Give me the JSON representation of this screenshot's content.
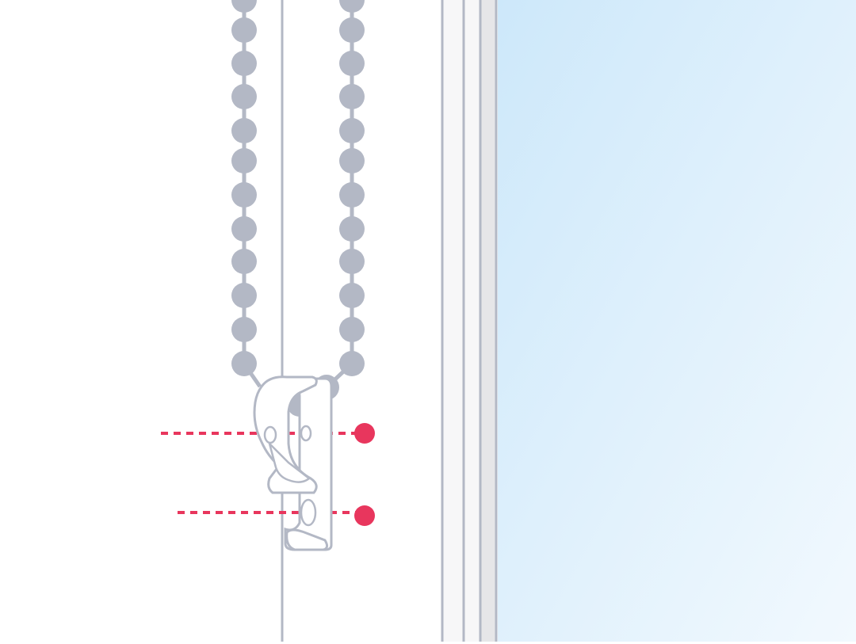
{
  "diagram": {
    "subject": "child-safety-cord-cleat-on-window-frame",
    "colors": {
      "background": "#ffffff",
      "outline": "#b3b8c5",
      "bead": "#b3b8c5",
      "frame_face": "#f7f7f8",
      "frame_shadow": "#e3e3e5",
      "glass_top": "#cde8fa",
      "glass_bottom": "#f2f9fe",
      "marker": "#e8365d"
    },
    "left_chain_beads": 12,
    "right_chain_beads": 12,
    "screw_markers": 2,
    "icons": [
      "bead-chain-icon",
      "cord-cleat-icon",
      "screw-marker-icon"
    ]
  }
}
